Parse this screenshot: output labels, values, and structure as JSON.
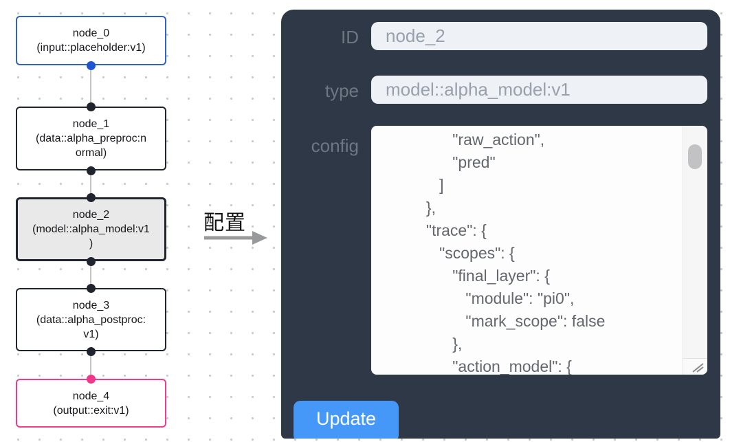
{
  "canvas": {
    "nodes": [
      {
        "id": "node_0",
        "type": "input::placeholder:v1",
        "text": "node_0\n(input::placeholder:v1)",
        "border_color": "#2c63cf",
        "selected": false
      },
      {
        "id": "node_1",
        "type": "data::alpha_preproc:normal",
        "text": "node_1\n(data::alpha_preproc:n\normal)",
        "border_color": "#20242e",
        "selected": false
      },
      {
        "id": "node_2",
        "type": "model::alpha_model:v1",
        "text": "node_2\n(model::alpha_model:v1\n)",
        "border_color": "#20242e",
        "selected": true
      },
      {
        "id": "node_3",
        "type": "data::alpha_postproc:v1",
        "text": "node_3\n(data::alpha_postproc:\nv1)",
        "border_color": "#20242e",
        "selected": false
      },
      {
        "id": "node_4",
        "type": "output::exit:v1",
        "text": "node_4\n(output::exit:v1)",
        "border_color": "#f13b8b",
        "selected": false
      }
    ],
    "annotation_label": "配置"
  },
  "panel": {
    "id_label": "ID",
    "id_value": "node_2",
    "type_label": "type",
    "type_value": "model::alpha_model:v1",
    "config_label": "config",
    "config_lines": [
      "                \"raw_action\",",
      "                \"pred\"",
      "             ]",
      "          },",
      "          \"trace\": {",
      "             \"scopes\": {",
      "                \"final_layer\": {",
      "                   \"module\": \"pi0\",",
      "                   \"mark_scope\": false",
      "                },",
      "                \"action_model\": {"
    ],
    "update_label": "Update"
  },
  "colors": {
    "panel_bg": "#2e3846",
    "button_blue": "#4598f8",
    "input_bg": "#eef1f6",
    "node_selected_bg": "#e9e9e9",
    "input_node_border": "#2c63cf",
    "output_node_border": "#f13b8b",
    "port_blue": "#1d55d3",
    "port_pink": "#f1378b",
    "port_dark": "#20242e",
    "edge_gray": "#c3c3c3"
  }
}
